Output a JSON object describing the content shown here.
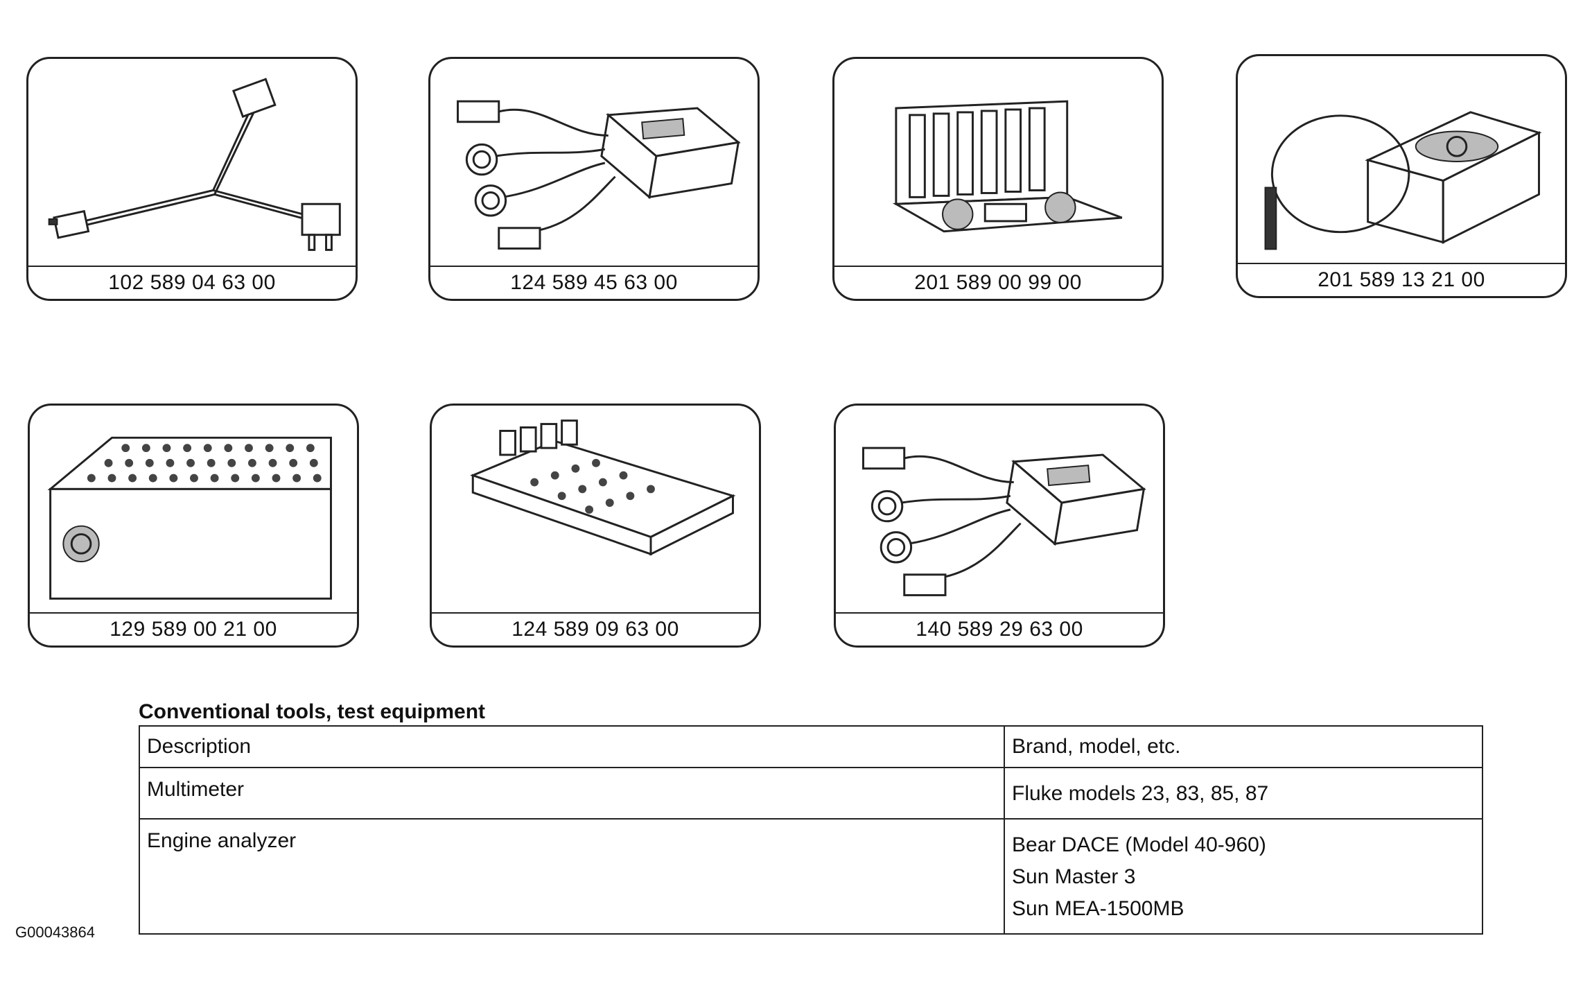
{
  "tools": [
    {
      "part_no": "102 589 04 63 00",
      "icon": "y-cable-adapter-icon"
    },
    {
      "part_no": "124 589 45 63 00",
      "icon": "test-cable-box-icon"
    },
    {
      "part_no": "201 589 00 99 00",
      "icon": "tool-case-icon"
    },
    {
      "part_no": "201 589 13 21 00",
      "icon": "temperature-probe-unit-icon"
    },
    {
      "part_no": "129 589 00 21 00",
      "icon": "socket-box-icon"
    },
    {
      "part_no": "124 589 09 63 00",
      "icon": "test-board-icon"
    },
    {
      "part_no": "140 589 29 63 00",
      "icon": "test-cable-box-icon"
    }
  ],
  "section": {
    "title": "Conventional tools, test equipment"
  },
  "table": {
    "headers": [
      "Description",
      "Brand, model, etc."
    ],
    "rows": [
      {
        "description": "Multimeter",
        "brand_lines": [
          "Fluke models 23, 83, 85, 87"
        ]
      },
      {
        "description": "Engine analyzer",
        "brand_lines": [
          "Bear DACE (Model 40-960)",
          "Sun Master 3",
          "Sun MEA-1500MB"
        ]
      }
    ]
  },
  "figure_id": "G00043864"
}
